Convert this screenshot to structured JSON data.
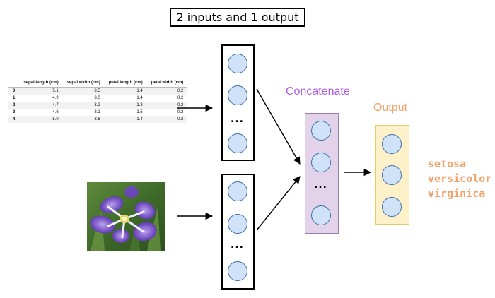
{
  "title": "2 inputs and 1 output",
  "table": {
    "columns": [
      "",
      "sepal length (cm)",
      "sepal width (cm)",
      "petal length (cm)",
      "petal width (cm)"
    ],
    "rows": [
      [
        "0",
        "5.1",
        "3.5",
        "1.4",
        "0.2"
      ],
      [
        "1",
        "4.9",
        "3.0",
        "1.4",
        "0.2"
      ],
      [
        "2",
        "4.7",
        "3.2",
        "1.3",
        "0.2"
      ],
      [
        "3",
        "4.6",
        "3.1",
        "1.5",
        "0.2"
      ],
      [
        "4",
        "5.0",
        "3.6",
        "1.4",
        "0.2"
      ]
    ]
  },
  "layers": {
    "ellipsis": "...",
    "concat_label": "Concatenate",
    "output_label": "Output"
  },
  "classes": [
    "setosa",
    "versicolor",
    "virginica"
  ],
  "colors": {
    "concat_fill": "#e2d3ea",
    "concat_border": "#9a7cb0",
    "concat_text": "#b05ee0",
    "output_fill": "#fdf1c9",
    "output_border": "#e8c765",
    "output_text": "#f2a36b",
    "node_fill": "#cfe2f7",
    "node_border": "#3f6ea5"
  }
}
